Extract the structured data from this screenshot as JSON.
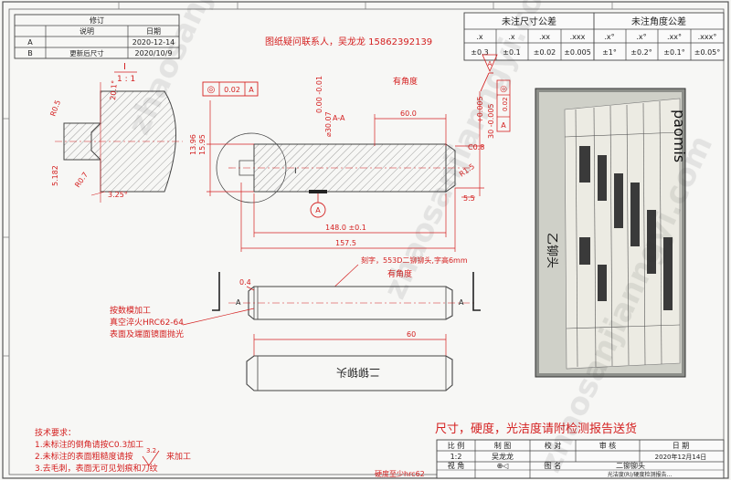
{
  "revision_table": {
    "title": "修订",
    "headers": [
      "",
      "说明",
      "日期"
    ],
    "rows": [
      {
        "mark": "A",
        "desc": "",
        "date": "2020-12-14"
      },
      {
        "mark": "B",
        "desc": "更新后尺寸",
        "date": "2020/10/9"
      }
    ]
  },
  "tolerance_table": {
    "linear_title": "未注尺寸公差",
    "angular_title": "未注角度公差",
    "linear_cols": [
      ".x",
      ".x",
      ".xx",
      ".xxx"
    ],
    "linear_vals": [
      "±0.3",
      "±0.1",
      "±0.02",
      "±0.005"
    ],
    "angular_cols": [
      ".x°",
      ".x°",
      ".xx°",
      ".xxx°"
    ],
    "angular_vals": [
      "±1°",
      "±0.2°",
      "±0.1°",
      "±0.05°"
    ]
  },
  "contact_note": "图纸疑问联系人，吴龙龙 15862392139",
  "detail": {
    "label_top": "I",
    "label_scale": "1 : 1",
    "dims": [
      "R0.5",
      "20.1°",
      "R0.7",
      "5.182",
      "3.25°"
    ]
  },
  "section": {
    "fcf_symbol": "◎",
    "fcf_value": "0.02",
    "fcf_ref": "A",
    "view_label": "A-A",
    "dia_tol": "0.00 -0.01",
    "dia": "⌀30.07",
    "hardness_label": "有角度",
    "dims": {
      "len_60": "60.0",
      "len_148": "148.0 ±0.1",
      "len_157": "157.5",
      "d13": "13.96",
      "d15": "15.95",
      "c08": "C0.8",
      "r15": "R1.5",
      "d55": "5.5",
      "d30": "30 -0.005",
      "d30tol": "+0.005",
      "d002": "0.02",
      "datum": "A"
    }
  },
  "engrave_note": "刻字，553D二铆铆头,字高6mm",
  "angle_note": "有角度",
  "side_view": {
    "dim_04": "0.4",
    "label_a": "A",
    "dim_60": "60"
  },
  "process_notes": [
    "按数模加工",
    "真空淬火HRC62-64",
    "表面及端面镜面抛光"
  ],
  "tech_req": {
    "title": "技术要求：",
    "items": [
      "1.未标注的倒角请按C0.3加工",
      "2.未标注的表面粗糙度请按",
      "3.去毛刺，表面无可见划痕和刀纹"
    ],
    "roughness": "3.2",
    "roughness_tail": "来加工"
  },
  "hardness_req": "硬度至少hrc62",
  "report_note": "尺寸，硬度，光洁度请附检测报告送货",
  "title_block": {
    "row1": [
      "比  例",
      "制 图",
      "校 对",
      "审 核",
      "日 期"
    ],
    "row2": [
      "1:2",
      "吴龙龙",
      "",
      "",
      "2020年12月14日"
    ],
    "row3_label": "视  角",
    "row3_symbol": "⊕◁",
    "row3_name_label": "图  名",
    "part_name": "二铆铆头",
    "bottom_line": "光洁度(R)/硬度检测报告..."
  },
  "photo": {
    "brand": "paomis",
    "annotation": "乙铆头"
  },
  "watermark": "zhaosanjianngyi.com"
}
